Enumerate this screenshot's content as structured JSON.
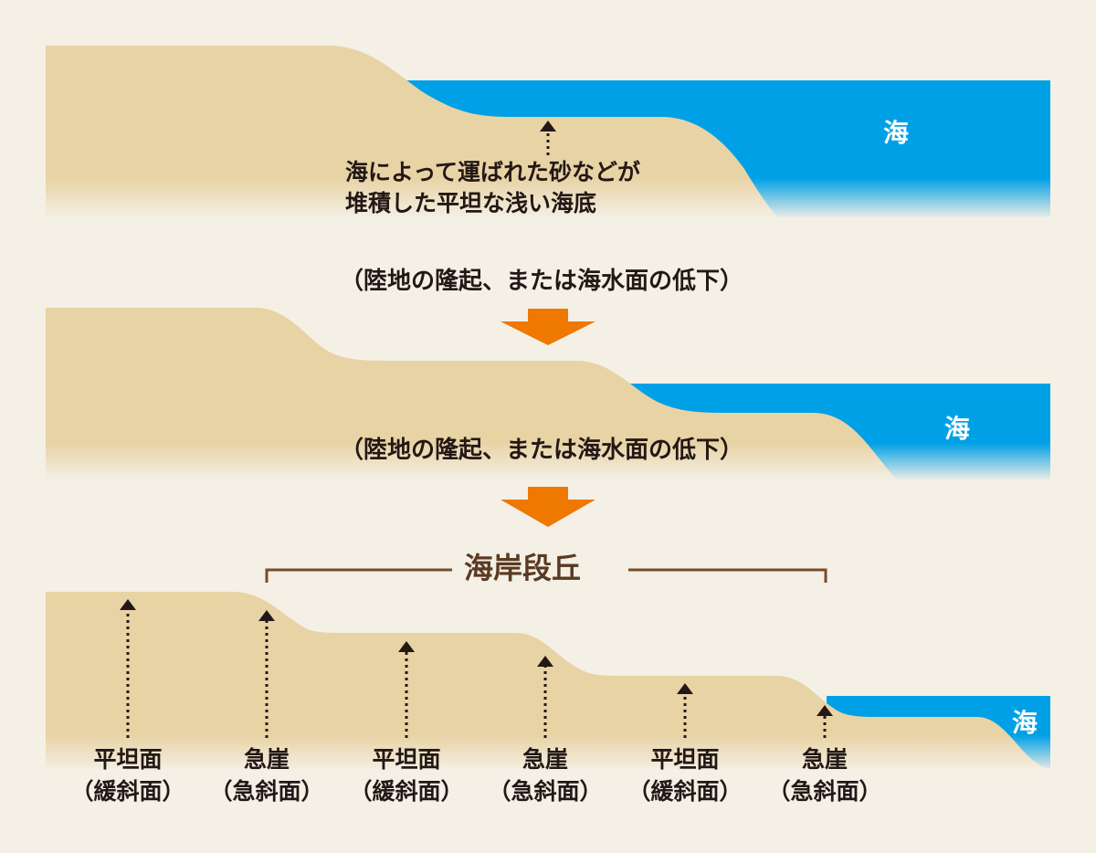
{
  "colors": {
    "background": "#f4f0e6",
    "land": "#e8d3a5",
    "sea": "#00a0e6",
    "arrow": "#ee7800",
    "bracket": "#7b4a2b",
    "text": "#231815"
  },
  "panel1": {
    "sea_label": "海",
    "description_line1": "海によって運ばれた砂などが",
    "description_line2": "堆積した平坦な浅い海底"
  },
  "process_label_1": "（陸地の隆起、または海水面の低下）",
  "panel2": {
    "sea_label": "海",
    "process_label": "（陸地の隆起、または海水面の低下）"
  },
  "panel3": {
    "title": "海岸段丘",
    "sea_label": "海",
    "parts": [
      {
        "name": "平坦面",
        "sub": "（緩斜面）"
      },
      {
        "name": "急崖",
        "sub": "（急斜面）"
      },
      {
        "name": "平坦面",
        "sub": "（緩斜面）"
      },
      {
        "name": "急崖",
        "sub": "（急斜面）"
      },
      {
        "name": "平坦面",
        "sub": "（緩斜面）"
      },
      {
        "name": "急崖",
        "sub": "（急斜面）"
      }
    ]
  },
  "icons": {
    "down_arrow": "orange-down-arrow",
    "pointer": "dotted-up-arrow"
  }
}
